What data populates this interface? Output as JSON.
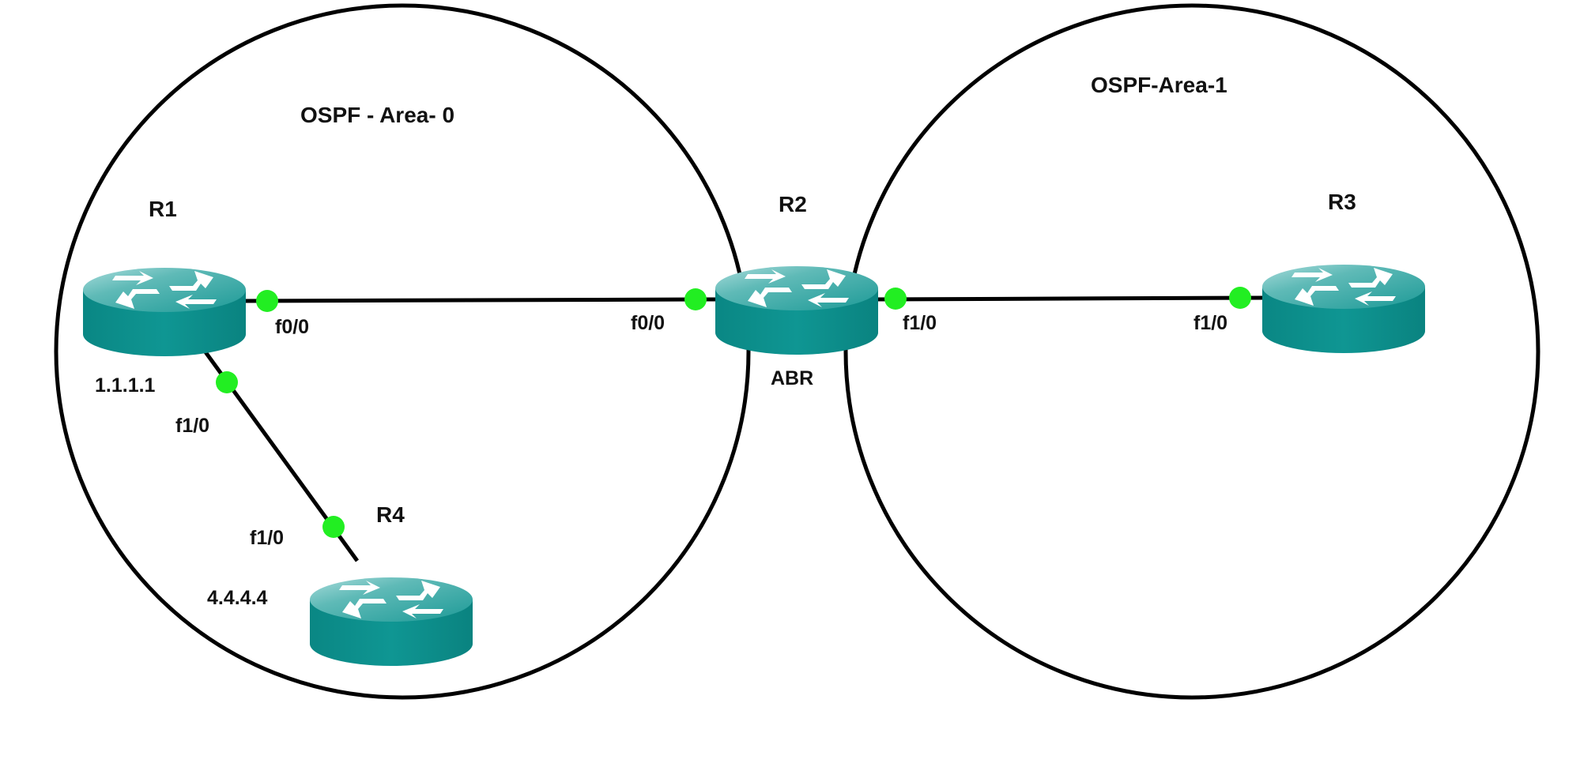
{
  "areas": [
    {
      "id": "area0",
      "label": "OSPF - Area- 0"
    },
    {
      "id": "area1",
      "label": "OSPF-Area-1"
    }
  ],
  "routers": [
    {
      "id": "r1",
      "name": "R1",
      "router_id": "1.1.1.1"
    },
    {
      "id": "r2",
      "name": "R2",
      "role": "ABR"
    },
    {
      "id": "r3",
      "name": "R3"
    },
    {
      "id": "r4",
      "name": "R4",
      "router_id": "4.4.4.4"
    }
  ],
  "links": [
    {
      "from": "R1",
      "from_if": "f0/0",
      "to": "R2",
      "to_if": "f0/0"
    },
    {
      "from": "R2",
      "from_if": "f1/0",
      "to": "R3",
      "to_if": "f1/0"
    },
    {
      "from": "R1",
      "from_if": "f1/0",
      "to": "R4",
      "to_if": "f1/0"
    }
  ],
  "colors": {
    "router_top": "#58b7b4",
    "router_side": "#0b8f8c",
    "link": "#000000",
    "port_dot": "#22ee22",
    "area_outline": "#000000"
  }
}
